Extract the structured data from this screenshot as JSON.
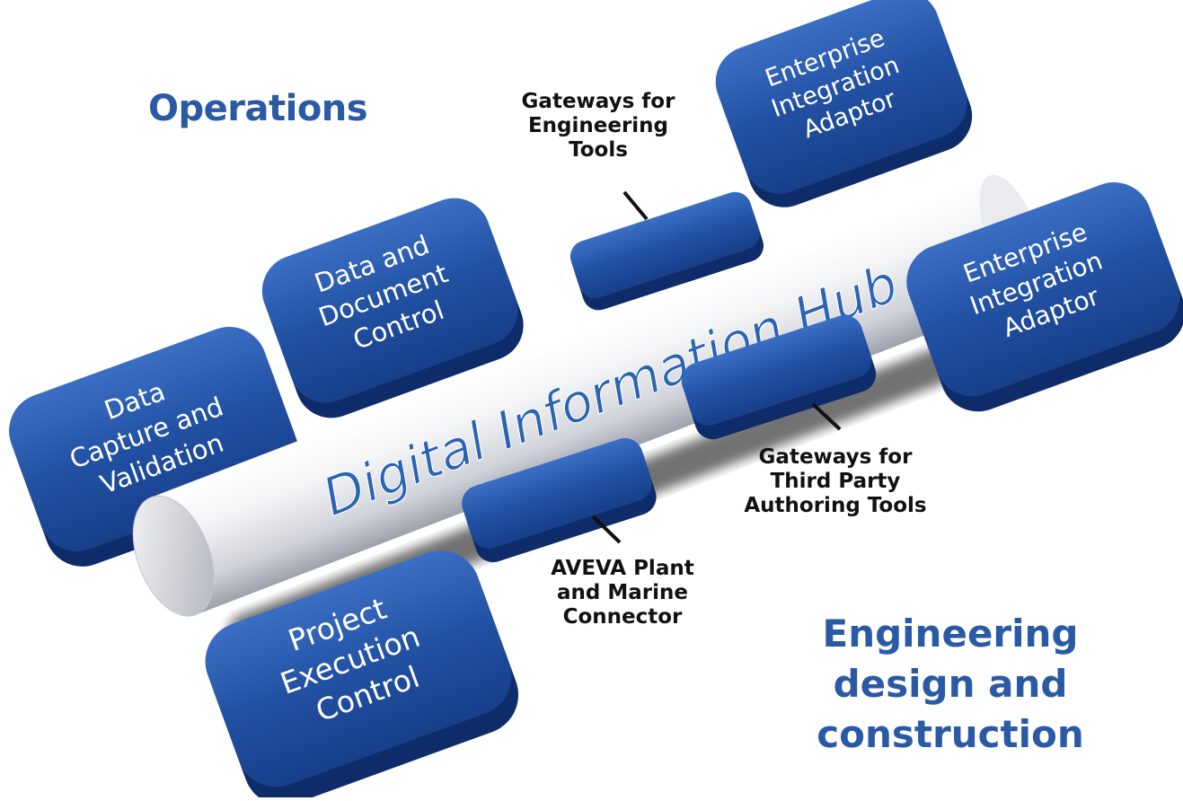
{
  "headings": {
    "operations": "Operations",
    "engineering": "Engineering\ndesign and\nconstruction"
  },
  "hub": {
    "label": "Digital Information Hub"
  },
  "modules": [
    {
      "id": "enterprise-integration-adaptor-top",
      "lines": [
        "Enterprise",
        "Integration",
        "Adaptor"
      ]
    },
    {
      "id": "enterprise-integration-adaptor-right",
      "lines": [
        "Enterprise",
        "Integration",
        "Adaptor"
      ]
    },
    {
      "id": "data-and-document-control",
      "lines": [
        "Data and",
        "Document",
        "Control"
      ]
    },
    {
      "id": "data-capture-and-validation",
      "lines": [
        "Data",
        "Capture and",
        "Validation"
      ]
    },
    {
      "id": "project-execution-control",
      "lines": [
        "Project",
        "Execution",
        "Control"
      ]
    }
  ],
  "callouts": {
    "gateways_engineering_tools": "Gateways for\nEngineering\nTools",
    "gateways_third_party": "Gateways for\nThird Party\nAuthoring Tools",
    "aveva_connector": "AVEVA Plant\nand Marine\nConnector"
  },
  "colors": {
    "tile_blue": "#2251a3",
    "tile_dark": "#0d2c69",
    "heading_blue": "#2a5aa5",
    "hub_label_blue": "#2a64b3",
    "cylinder_light": "#ffffff",
    "cylinder_shade": "#a9adb6"
  }
}
